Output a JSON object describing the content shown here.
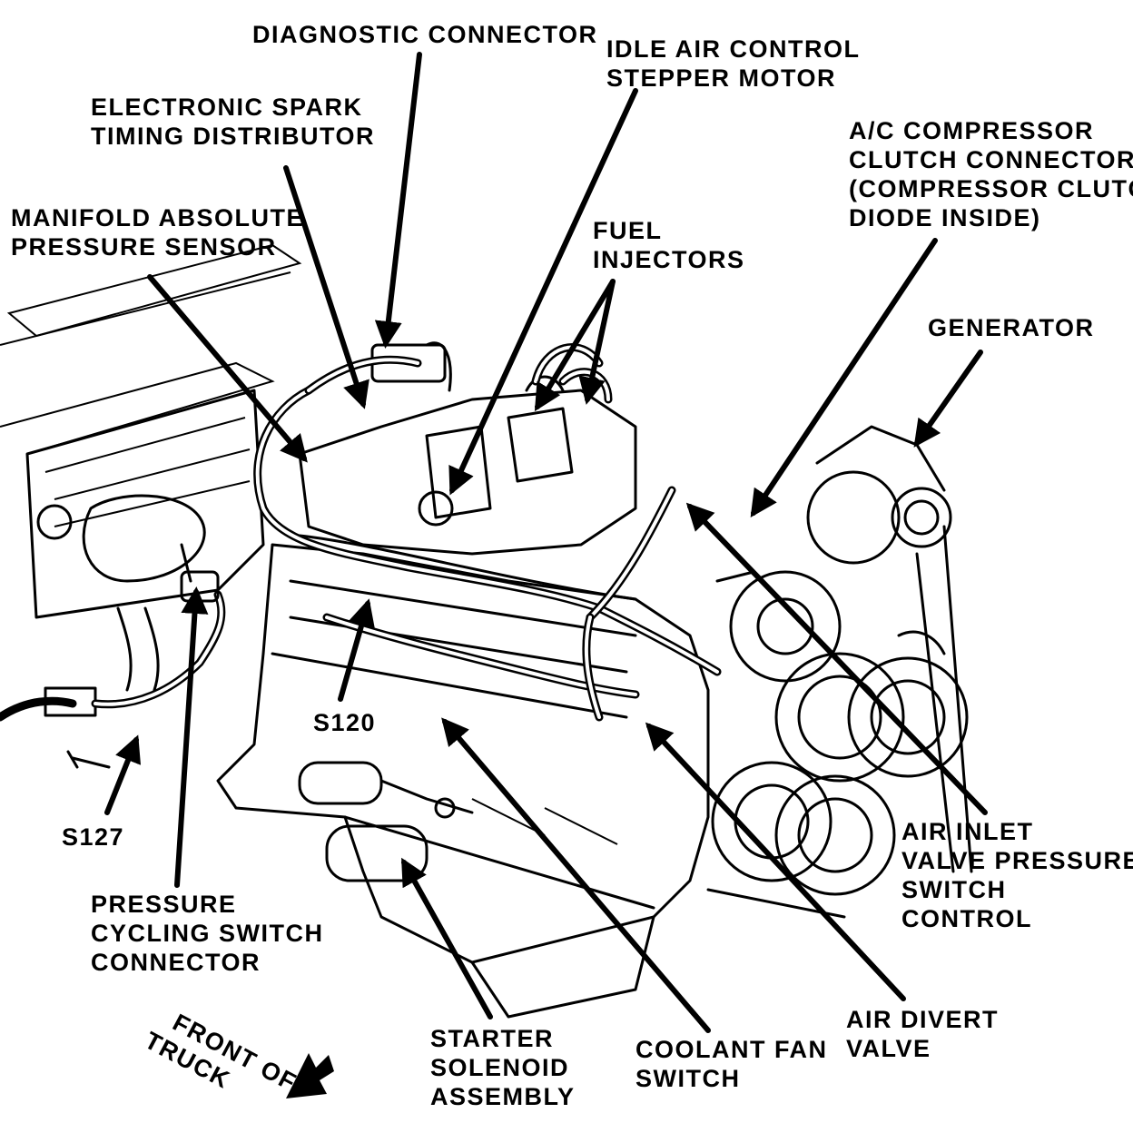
{
  "labels": {
    "diagnostic_connector": "DIAGNOSTIC CONNECTOR",
    "idle_air_control": [
      "IDLE AIR CONTROL",
      "STEPPER MOTOR"
    ],
    "electronic_spark": [
      "ELECTRONIC SPARK",
      "TIMING DISTRIBUTOR"
    ],
    "ac_compressor": [
      "A/C COMPRESSOR",
      "CLUTCH CONNECTOR",
      "(COMPRESSOR CLUTCH",
      "DIODE INSIDE)"
    ],
    "manifold_absolute": [
      "MANIFOLD ABSOLUTE",
      "PRESSURE SENSOR"
    ],
    "fuel_injectors": [
      "FUEL",
      "INJECTORS"
    ],
    "generator": "GENERATOR",
    "s120": "S120",
    "s127": "S127",
    "air_inlet": [
      "AIR INLET",
      "VALVE PRESSURE",
      "SWITCH",
      "CONTROL"
    ],
    "pressure_cycling": [
      "PRESSURE",
      "CYCLING SWITCH",
      "CONNECTOR"
    ],
    "air_divert": [
      "AIR DIVERT",
      "VALVE"
    ],
    "front_of_truck": [
      "FRONT OF",
      "TRUCK"
    ],
    "starter_solenoid": [
      "STARTER",
      "SOLENOID",
      "ASSEMBLY"
    ],
    "coolant_fan": [
      "COOLANT FAN",
      "SWITCH"
    ]
  },
  "colors": {
    "line": "#000000",
    "background": "#ffffff"
  }
}
